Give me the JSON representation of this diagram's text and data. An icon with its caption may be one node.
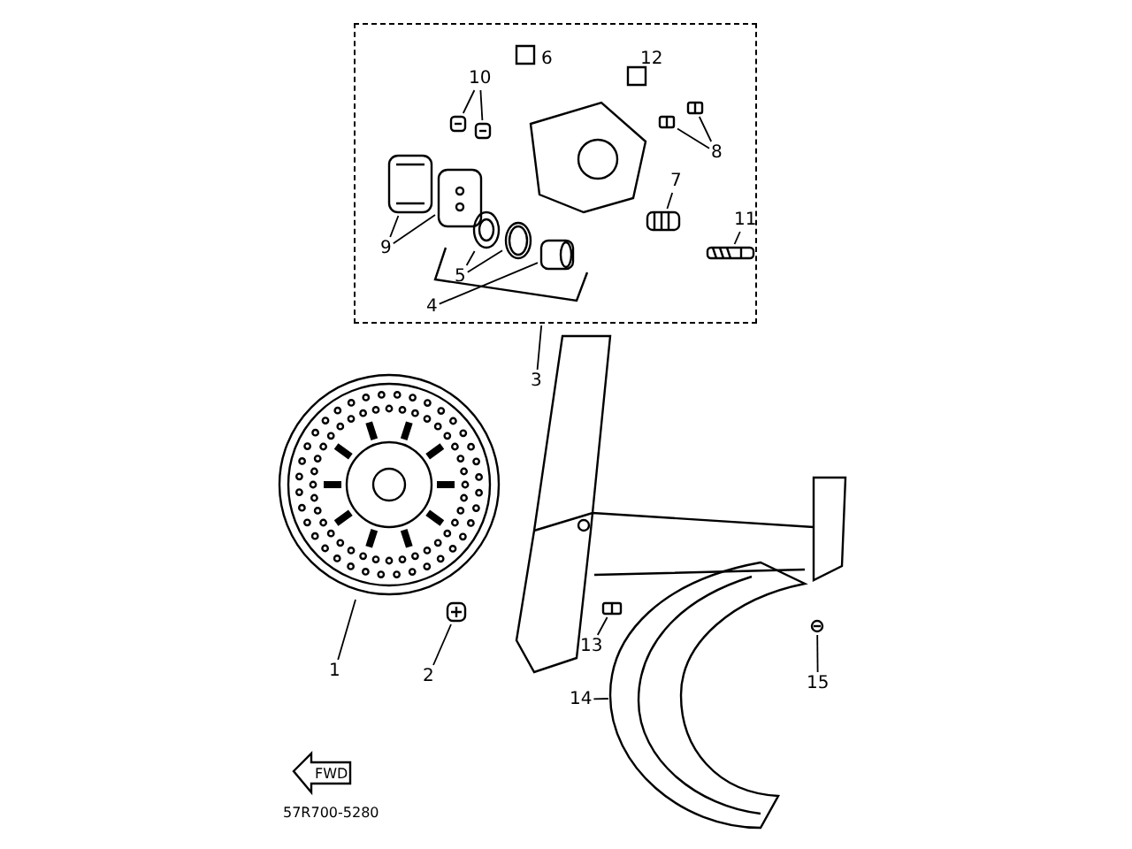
{
  "diagram": {
    "nodes": [
      {
        "text": [],
        "shape": "box"
      },
      {
        "text": [
          "1"
        ]
      },
      {
        "text": [
          "2"
        ]
      },
      {
        "text": [
          "3"
        ]
      },
      {
        "text": [
          "4"
        ],
        "in": 0
      },
      {
        "text": [
          "5"
        ],
        "in": 0
      },
      {
        "text": [
          "6"
        ],
        "in": 0
      },
      {
        "text": [
          "7"
        ],
        "in": 0
      },
      {
        "text": [
          "8"
        ],
        "in": 0
      },
      {
        "text": [
          "9"
        ],
        "in": 0
      },
      {
        "text": [
          "10"
        ],
        "in": 0
      },
      {
        "text": [
          "11"
        ],
        "in": 0
      },
      {
        "text": [
          "12"
        ],
        "in": 0
      },
      {
        "text": [
          "13"
        ]
      },
      {
        "text": [
          "14"
        ]
      },
      {
        "text": [
          "15"
        ]
      },
      {
        "text": [],
        "shape": "picture"
      },
      {
        "text": [],
        "shape": "picture"
      },
      {
        "text": [],
        "shape": "picture",
        "in": 0
      },
      {
        "text": [],
        "shape": "picture",
        "in": 0
      },
      {
        "text": [],
        "shape": "picture",
        "in": 0
      },
      {
        "text": [],
        "shape": "picture",
        "in": 0
      },
      {
        "text": [],
        "shape": "picture",
        "in": 0
      },
      {
        "text": [],
        "shape": "picture",
        "in": 0
      },
      {
        "text": [],
        "shape": "picture",
        "in": 0
      },
      {
        "text": [],
        "shape": "picture",
        "in": 0
      },
      {
        "text": [],
        "shape": "picture",
        "in": 0
      },
      {
        "text": [],
        "shape": "picture",
        "in": 0
      },
      {
        "text": [],
        "shape": "picture",
        "in": 0
      },
      {
        "text": [],
        "shape": "picture"
      },
      {
        "text": [],
        "shape": "picture"
      },
      {
        "text": [],
        "shape": "picture"
      }
    ],
    "edges": [
      {
        "from": 1,
        "to": 16,
        "arrow": "none"
      },
      {
        "from": 2,
        "to": 17,
        "arrow": "none"
      },
      {
        "from": 3,
        "to": 0,
        "arrow": "none"
      },
      {
        "from": 4,
        "to": 26,
        "arrow": "none"
      },
      {
        "from": 5,
        "to": 24,
        "arrow": "none"
      },
      {
        "from": 5,
        "to": 25,
        "arrow": "none"
      },
      {
        "from": 7,
        "to": 27,
        "arrow": "none"
      },
      {
        "from": 8,
        "to": 22,
        "arrow": "none"
      },
      {
        "from": 8,
        "to": 23,
        "arrow": "none"
      },
      {
        "from": 9,
        "to": 18,
        "arrow": "none"
      },
      {
        "from": 9,
        "to": 19,
        "arrow": "none"
      },
      {
        "from": 10,
        "to": 20,
        "arrow": "none"
      },
      {
        "from": 10,
        "to": 21,
        "arrow": "none"
      },
      {
        "from": 11,
        "to": 28,
        "arrow": "none"
      },
      {
        "from": 13,
        "to": 29,
        "arrow": "none"
      },
      {
        "from": 14,
        "to": 30,
        "arrow": "none"
      },
      {
        "from": 15,
        "to": 31,
        "arrow": "none"
      }
    ],
    "labels": [
      "FWD",
      "57R700-5280"
    ]
  }
}
